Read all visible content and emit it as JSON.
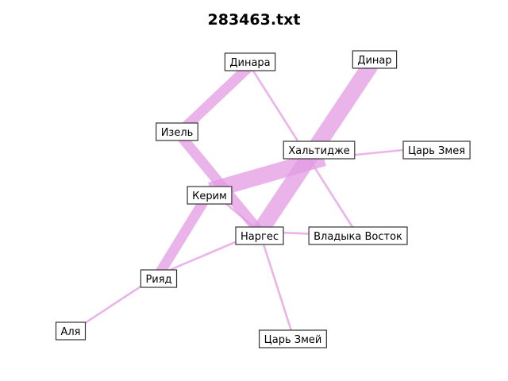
{
  "title": "283463.txt",
  "colors": {
    "edge": "#e39be3",
    "edge_opacity": 0.75,
    "box_border": "#333333",
    "background": "#ffffff"
  },
  "nodes": [
    {
      "id": "dinara",
      "label": "Динара"
    },
    {
      "id": "dinar",
      "label": "Динар"
    },
    {
      "id": "izel",
      "label": "Изель"
    },
    {
      "id": "khaltidzhe",
      "label": "Хальтидже"
    },
    {
      "id": "tsar_zmeya",
      "label": "Царь Змея"
    },
    {
      "id": "kerim",
      "label": "Керим"
    },
    {
      "id": "narges",
      "label": "Наргес"
    },
    {
      "id": "vladyka",
      "label": "Владыка Восток"
    },
    {
      "id": "riyad",
      "label": "Рияд"
    },
    {
      "id": "alya",
      "label": "Аля"
    },
    {
      "id": "tsar_zmey",
      "label": "Царь Змей"
    }
  ],
  "edges": [
    {
      "source": "dinara",
      "target": "izel",
      "weight": 5
    },
    {
      "source": "dinara",
      "target": "vladyka",
      "weight": 1
    },
    {
      "source": "dinar",
      "target": "narges",
      "weight": 8
    },
    {
      "source": "izel",
      "target": "narges",
      "weight": 5
    },
    {
      "source": "khaltidzhe",
      "target": "kerim",
      "weight": 8
    },
    {
      "source": "khaltidzhe",
      "target": "tsar_zmeya",
      "weight": 1
    },
    {
      "source": "kerim",
      "target": "riyad",
      "weight": 5
    },
    {
      "source": "kerim",
      "target": "narges",
      "weight": 1
    },
    {
      "source": "narges",
      "target": "vladyka",
      "weight": 1
    },
    {
      "source": "narges",
      "target": "riyad",
      "weight": 1
    },
    {
      "source": "narges",
      "target": "tsar_zmey",
      "weight": 1
    },
    {
      "source": "riyad",
      "target": "alya",
      "weight": 1
    }
  ]
}
